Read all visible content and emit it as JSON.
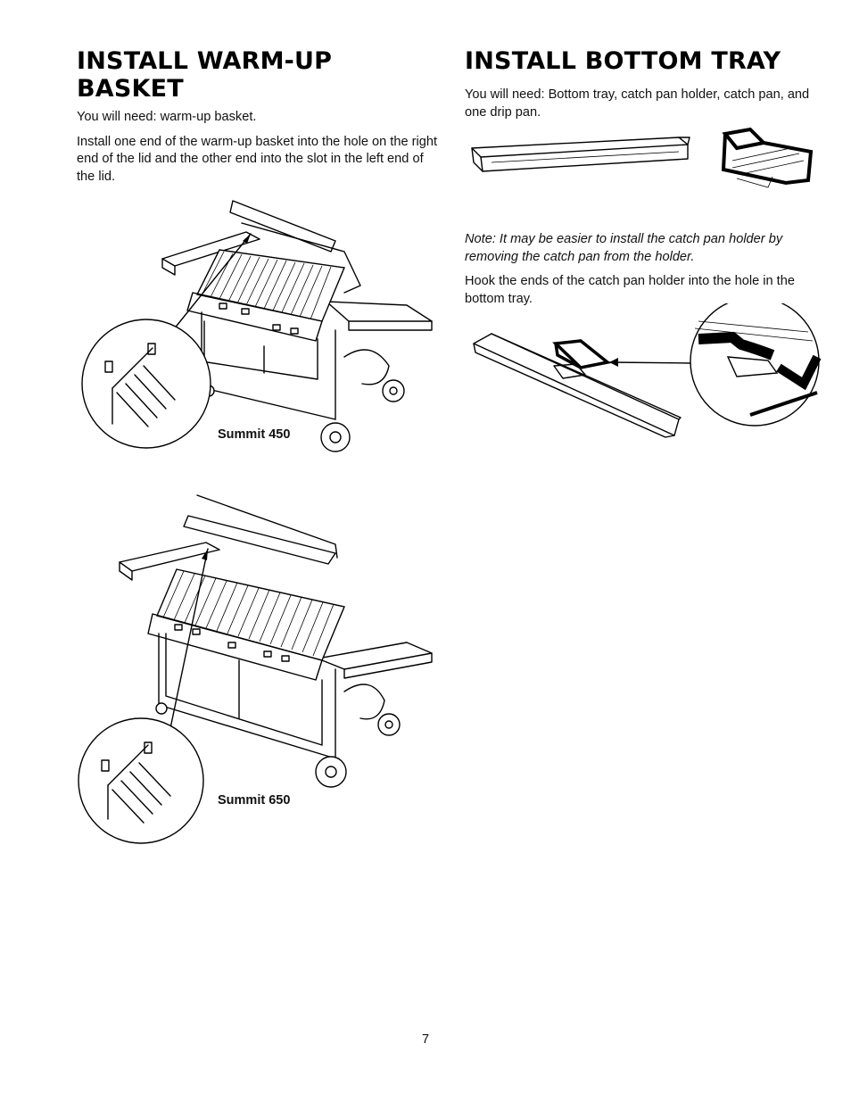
{
  "left": {
    "heading": "INSTALL WARM-UP BASKET",
    "need": "You will need: warm-up basket.",
    "instruction": "Install one end of the warm-up basket into the hole on the right end of the lid and the other end into the slot in the left end of the lid.",
    "figures": [
      {
        "caption": "Summit 450"
      },
      {
        "caption": "Summit 650"
      }
    ]
  },
  "right": {
    "heading": "INSTALL BOTTOM TRAY",
    "need": "You will need: Bottom tray, catch pan holder, catch pan, and one drip pan.",
    "note": "Note: It may be easier to install the catch pan holder by removing the catch pan from the holder.",
    "instruction": "Hook the ends of the catch pan holder into the hole in the bottom tray."
  },
  "page_number": "7"
}
